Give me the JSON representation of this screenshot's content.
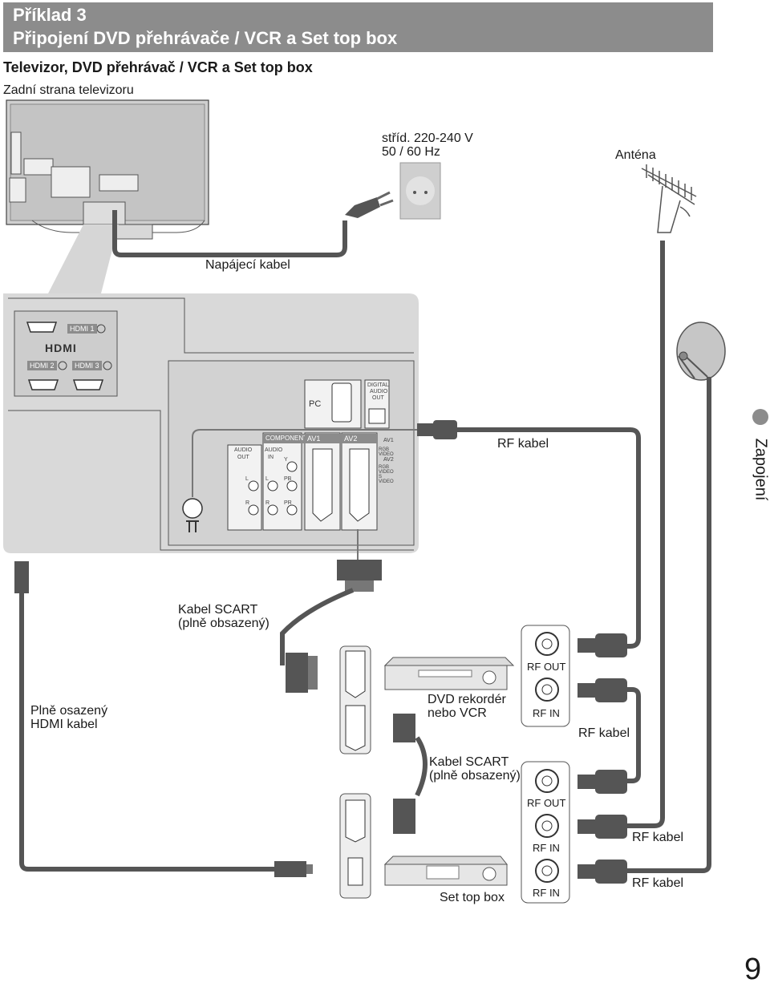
{
  "header": {
    "line1": "Příklad 3",
    "line2": "Připojení DVD přehrávače / VCR a Set top box"
  },
  "subtitle": "Televizor, DVD přehrávač / VCR a Set top box",
  "tv_rear_label": "Zadní strana televizoru",
  "mains": {
    "line1": "stříd. 220-240 V",
    "line2": "50 / 60 Hz"
  },
  "antenna_label": "Anténa",
  "power_cable_label": "Napájecí kabel",
  "panel": {
    "hdmi1": "HDMI 1",
    "hdmi2": "HDMI 2",
    "hdmi3": "HDMI 3",
    "hdmi_logo": "HDMI",
    "pc": "PC",
    "digital_audio": [
      "DIGITAL",
      "AUDIO",
      "OUT"
    ],
    "audio_out": [
      "AUDIO",
      "OUT"
    ],
    "component": "COMPONENT",
    "audio_in": [
      "AUDIO",
      "IN"
    ],
    "av1": "AV1",
    "av2": "AV2",
    "side_av1": "AV1",
    "side_av1_sig": "RGB VIDEO",
    "side_av2": "AV2",
    "side_av2_sig": "RGB VIDEO S VIDEO",
    "l": "L",
    "r": "R",
    "y": "Y",
    "pb": "PB",
    "pr": "PR"
  },
  "rf_cable_1": "RF kabel",
  "scart_cable_1": {
    "line1": "Kabel SCART",
    "line2": "(plně obsazený)"
  },
  "hdmi_cable": {
    "line1": "Plně osazený",
    "line2": "HDMI kabel"
  },
  "dvd": {
    "line1": "DVD rekordér",
    "line2": "nebo VCR"
  },
  "dvd_rf_out": "RF OUT",
  "dvd_rf_in": "RF IN",
  "rf_cable_2": "RF kabel",
  "scart_cable_2": {
    "line1": "Kabel SCART",
    "line2": "(plně obsazený)"
  },
  "stb_rf_out": "RF OUT",
  "stb_rf_in_1": "RF IN",
  "stb_rf_in_2": "RF IN",
  "rf_cable_3": "RF kabel",
  "rf_cable_4": "RF kabel",
  "stb_label": "Set top box",
  "section_tab": "Zapojení",
  "page_number": "9"
}
